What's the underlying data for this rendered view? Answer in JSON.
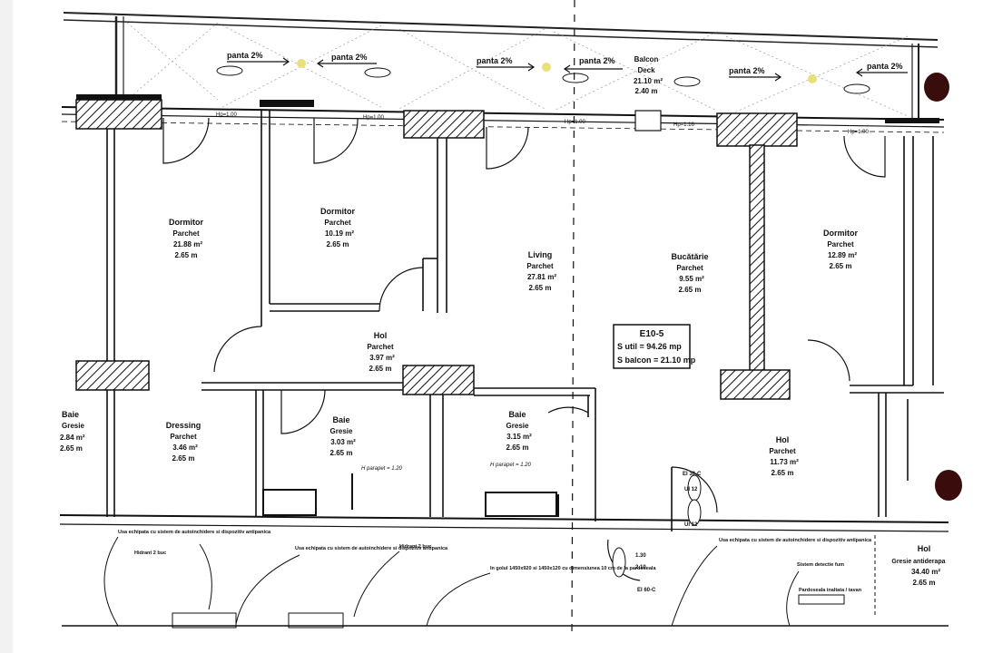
{
  "slope_labels": [
    "panta 2%",
    "panta 2%",
    "panta 2%",
    "panta 2%",
    "panta 2%",
    "panta 2%"
  ],
  "balcony": {
    "name": "Balcon",
    "floor": "Deck",
    "area": "21.10 m²",
    "height": "2.40 m"
  },
  "rooms": {
    "bedroom_left": {
      "name": "Dormitor",
      "floor": "Parchet",
      "area": "21.88 m²",
      "height": "2.65 m"
    },
    "bedroom_mid": {
      "name": "Dormitor",
      "floor": "Parchet",
      "area": "10.19 m²",
      "height": "2.65 m"
    },
    "living": {
      "name": "Living",
      "floor": "Parchet",
      "area": "27.81 m²",
      "height": "2.65 m"
    },
    "kitchen": {
      "name": "Bucătărie",
      "floor": "Parchet",
      "area": "9.55 m²",
      "height": "2.65 m"
    },
    "bedroom_right": {
      "name": "Dormitor",
      "floor": "Parchet",
      "area": "12.89 m²",
      "height": "2.65 m"
    },
    "hall_center": {
      "name": "Hol",
      "floor": "Parchet",
      "area": "3.97 m²",
      "height": "2.65 m"
    },
    "bath_left": {
      "name": "Baie",
      "floor": "Gresie",
      "area": "2.84 m²",
      "height": "2.65 m"
    },
    "dressing": {
      "name": "Dressing",
      "floor": "Parchet",
      "area": "3.46 m²",
      "height": "2.65 m"
    },
    "bath_mid": {
      "name": "Baie",
      "floor": "Gresie",
      "area": "3.03 m²",
      "height": "2.65 m"
    },
    "bath_right": {
      "name": "Baie",
      "floor": "Gresie",
      "area": "3.15 m²",
      "height": "2.65 m"
    },
    "hall_right": {
      "name": "Hol",
      "floor": "Parchet",
      "area": "11.73 m²",
      "height": "2.65 m"
    },
    "hall_corridor": {
      "name": "Hol",
      "floor": "Gresie antiderapa",
      "area": "34.40 m²",
      "height": "2.65 m"
    }
  },
  "unit_box": {
    "id": "E10-5",
    "s_util": "S util = 94.26 mp",
    "s_balc": "S balcon = 21.10 mp"
  },
  "sill_notes": [
    "H parapet = 1.20",
    "H parapet = 1.20"
  ],
  "window_notes": [
    "Hp=1.00",
    "Hp=1.00",
    "Hp=1.00",
    "Hp=1.16",
    "Hp=1.00"
  ],
  "door_tags": [
    "UI 12",
    "UI 12",
    "EI 30-C",
    "EI 60-C",
    "1.30",
    "2.10"
  ],
  "equipment_notes": [
    "Usa echipata cu sistem de autoinchidere si dispozitiv antipanica",
    "Usa echipata cu sistem de autoinchidere si dispozitiv antipanica",
    "Usa echipata cu sistem de autoinchidere si dispozitiv antipanica",
    "Hidrant 2 buc",
    "Hidrant 2 buc",
    "In golul 1450x920 si 1450x120 cu dimensiunea 10 cm de la pardoseala",
    "Sistem detectie fum",
    "Pardoseala inaltata / tavan"
  ]
}
